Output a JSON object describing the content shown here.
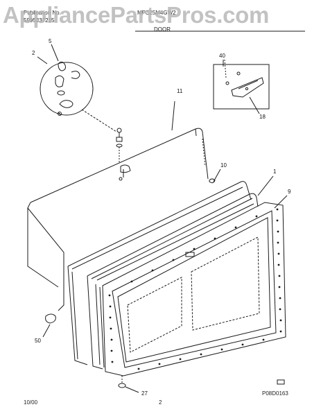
{
  "header": {
    "publication_label": "Publication No.",
    "publication_number": "5995337215",
    "model": "MFC25M4GW2",
    "section": "DOOR"
  },
  "watermark": "AppliancePartsPros.com",
  "callouts": {
    "c2": "2",
    "c5": "5",
    "c11": "11",
    "c40": "40",
    "c18": "18",
    "c10": "10",
    "c1": "1",
    "c9": "9",
    "c50": "50",
    "c27": "27"
  },
  "footer": {
    "date": "10/00",
    "page": "2",
    "drawing_code": "P08D0163"
  },
  "colors": {
    "line": "#1a1a1a",
    "watermark": "#b8b8b8",
    "background": "#ffffff"
  }
}
